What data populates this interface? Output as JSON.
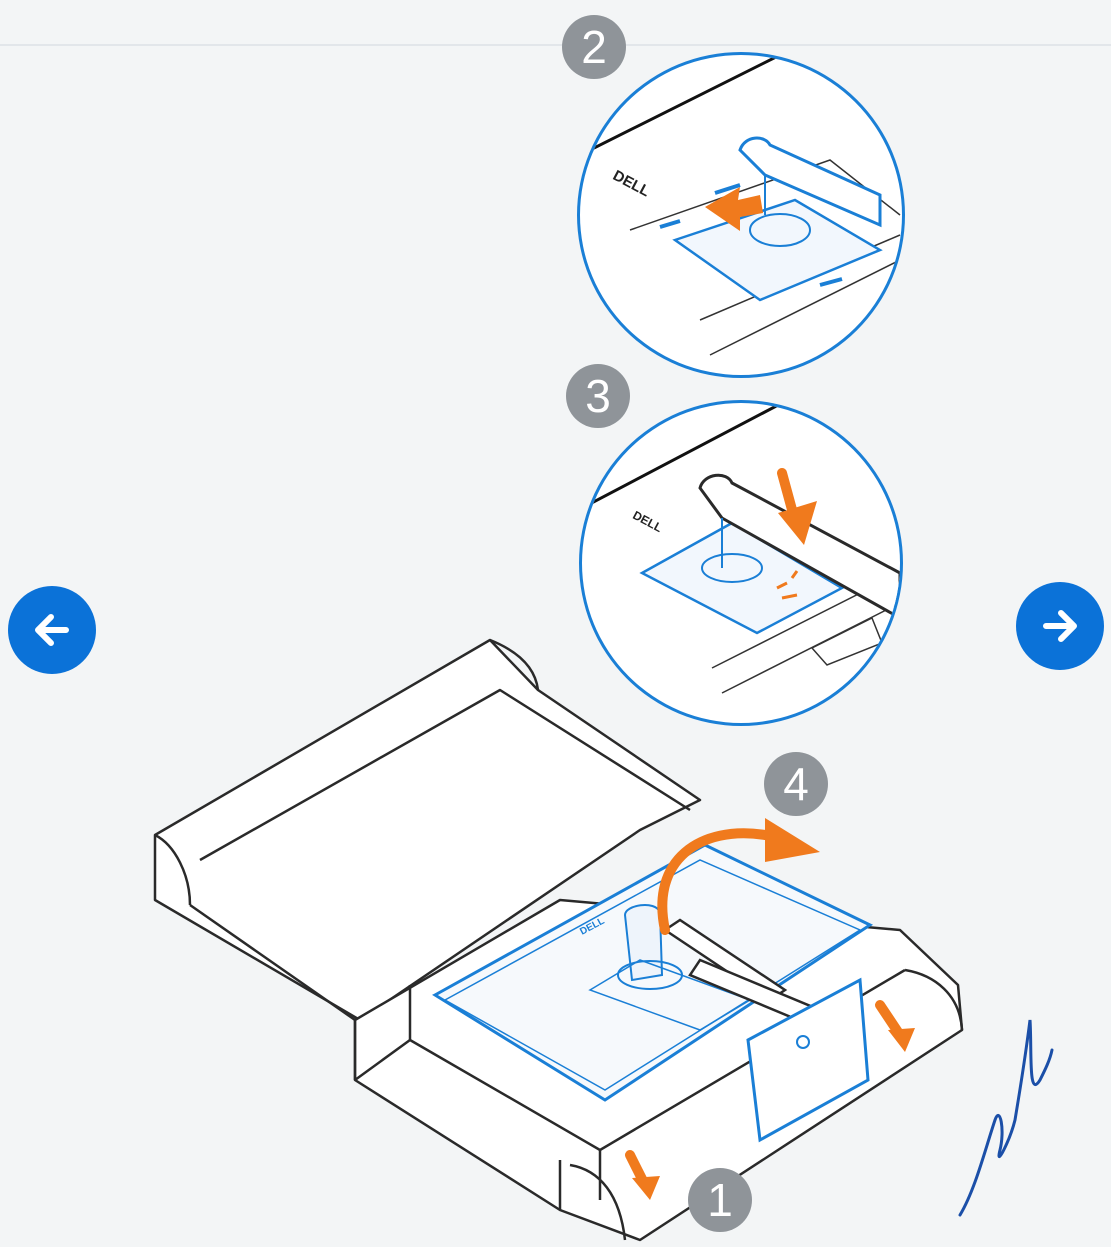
{
  "navigation": {
    "previous_icon": "arrow-left-icon",
    "next_icon": "arrow-right-icon",
    "button_color": "#0b72d8"
  },
  "steps": {
    "step1": {
      "number": "1"
    },
    "step2": {
      "number": "2",
      "brand": "DELL"
    },
    "step3": {
      "number": "3",
      "brand": "DELL"
    },
    "step4": {
      "number": "4"
    }
  },
  "box_brand": "DELL",
  "colors": {
    "accent_blue": "#1a7fd6",
    "arrow_orange": "#f07a1d",
    "badge_gray": "#8f9499",
    "outline": "#2a2a2a"
  }
}
